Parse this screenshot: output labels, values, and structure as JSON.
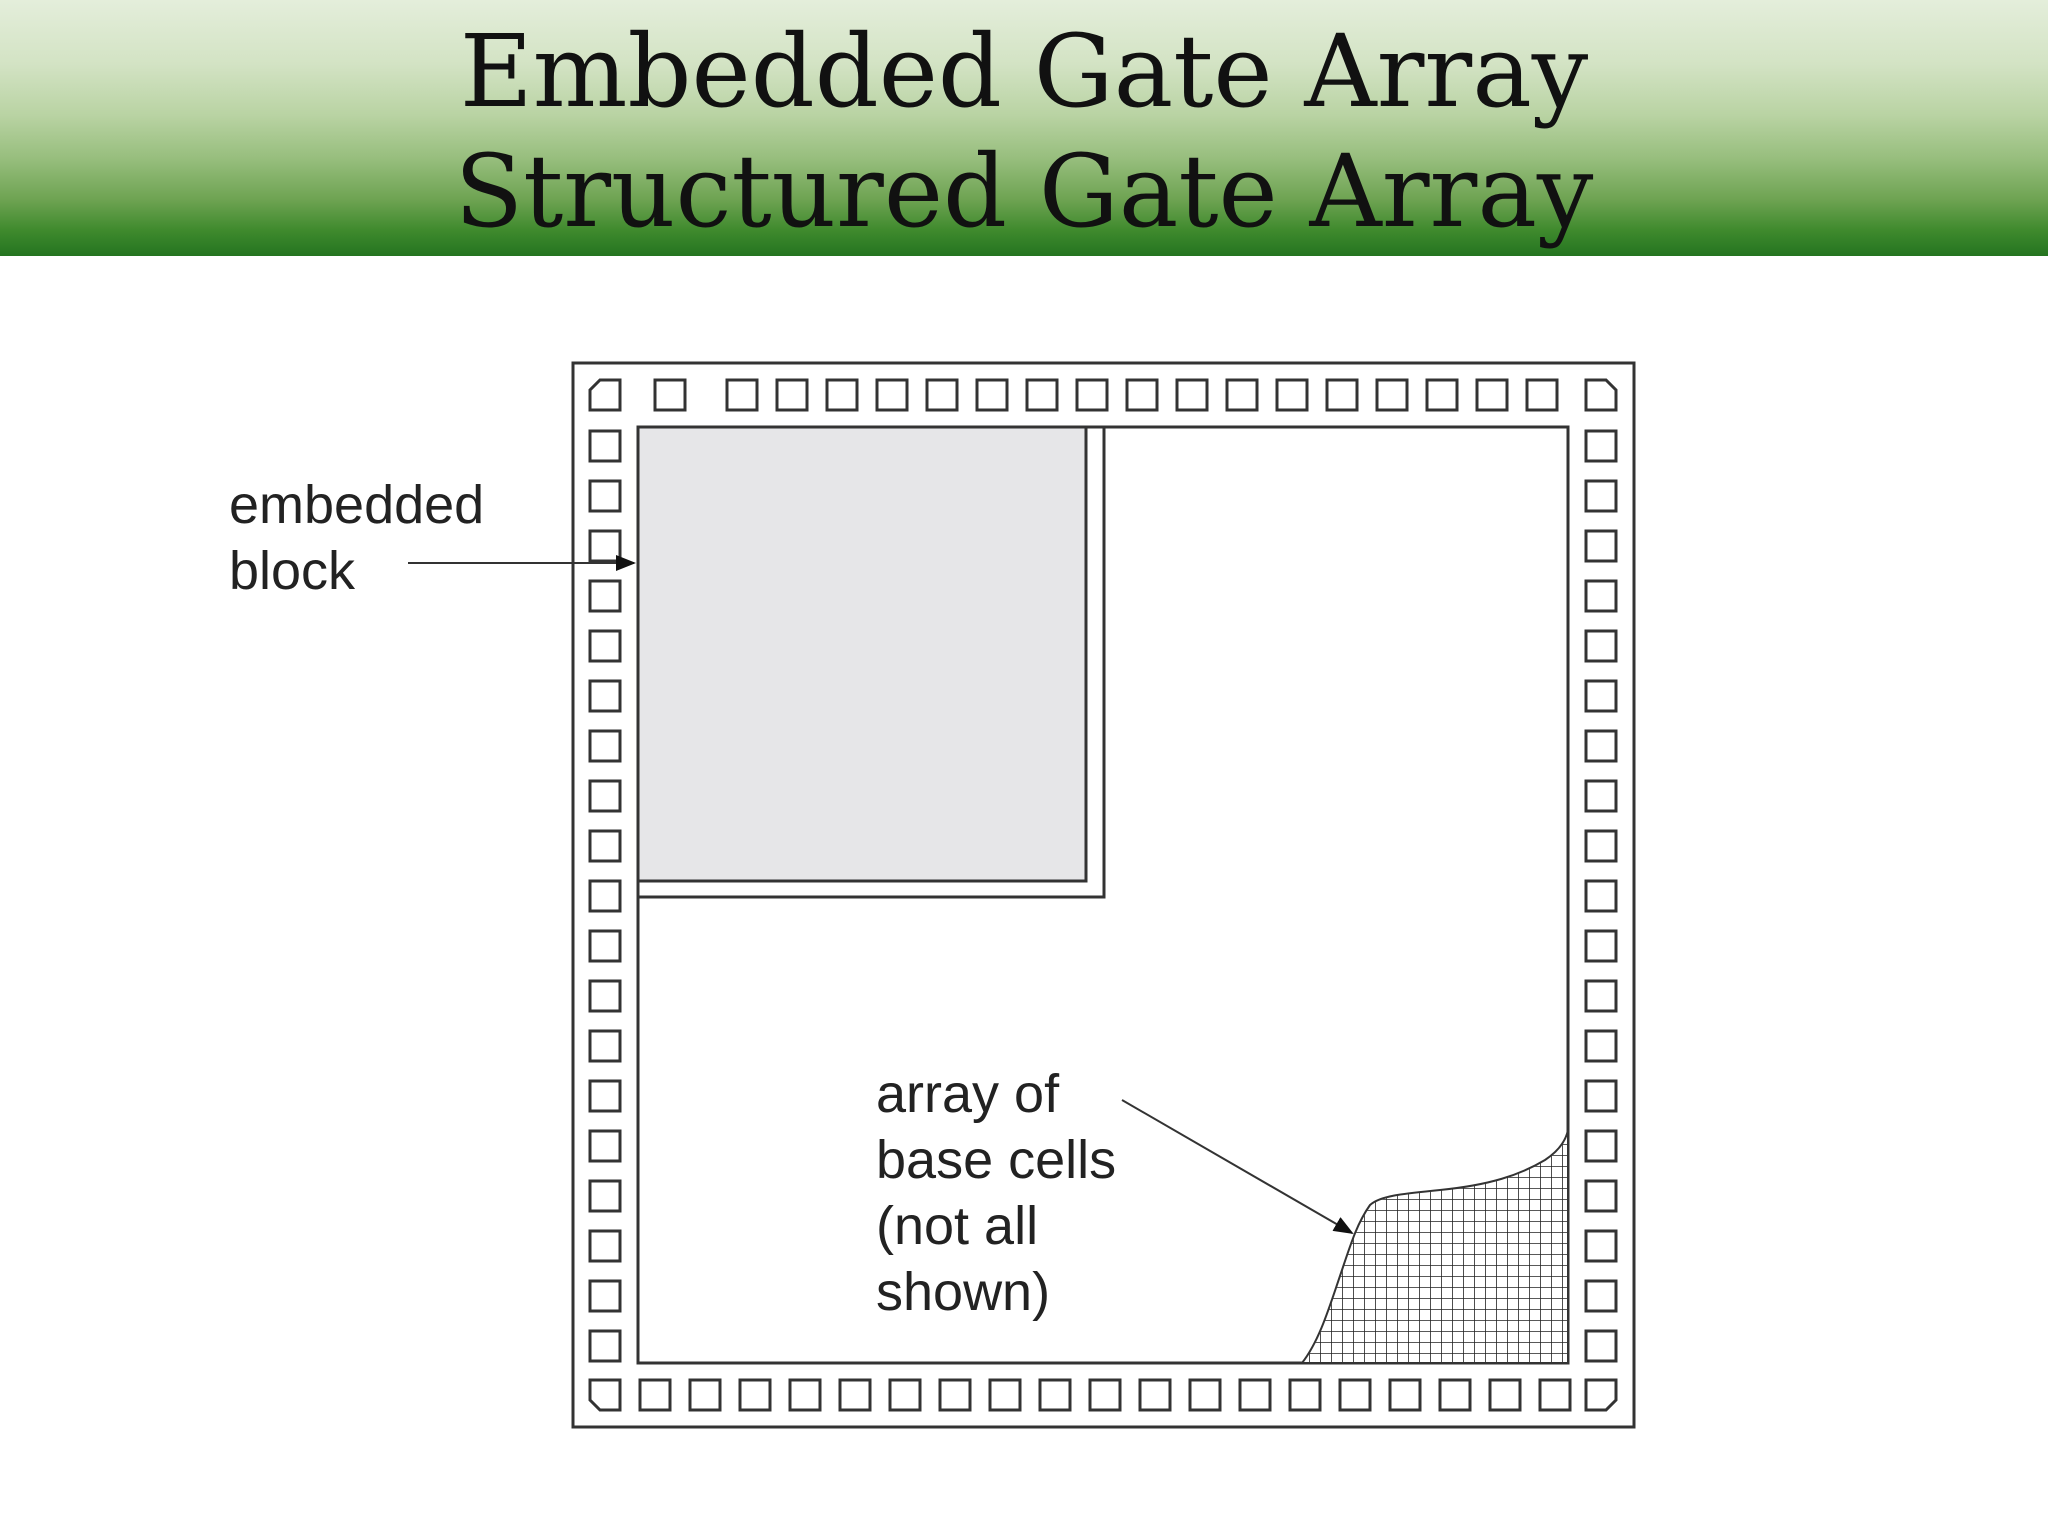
{
  "slide": {
    "title_line_1": "Embedded Gate Array",
    "title_line_2": "Structured Gate Array"
  },
  "diagram": {
    "embedded_block_label": [
      "embedded",
      "block"
    ],
    "base_cells_label": [
      "array of",
      "base cells",
      "(not all",
      "shown)"
    ]
  },
  "colors": {
    "title_band_top": "#e4eedb",
    "title_band_bottom": "#247420",
    "embedded_block_fill": "#e6e6e8",
    "outline": "#333333"
  }
}
